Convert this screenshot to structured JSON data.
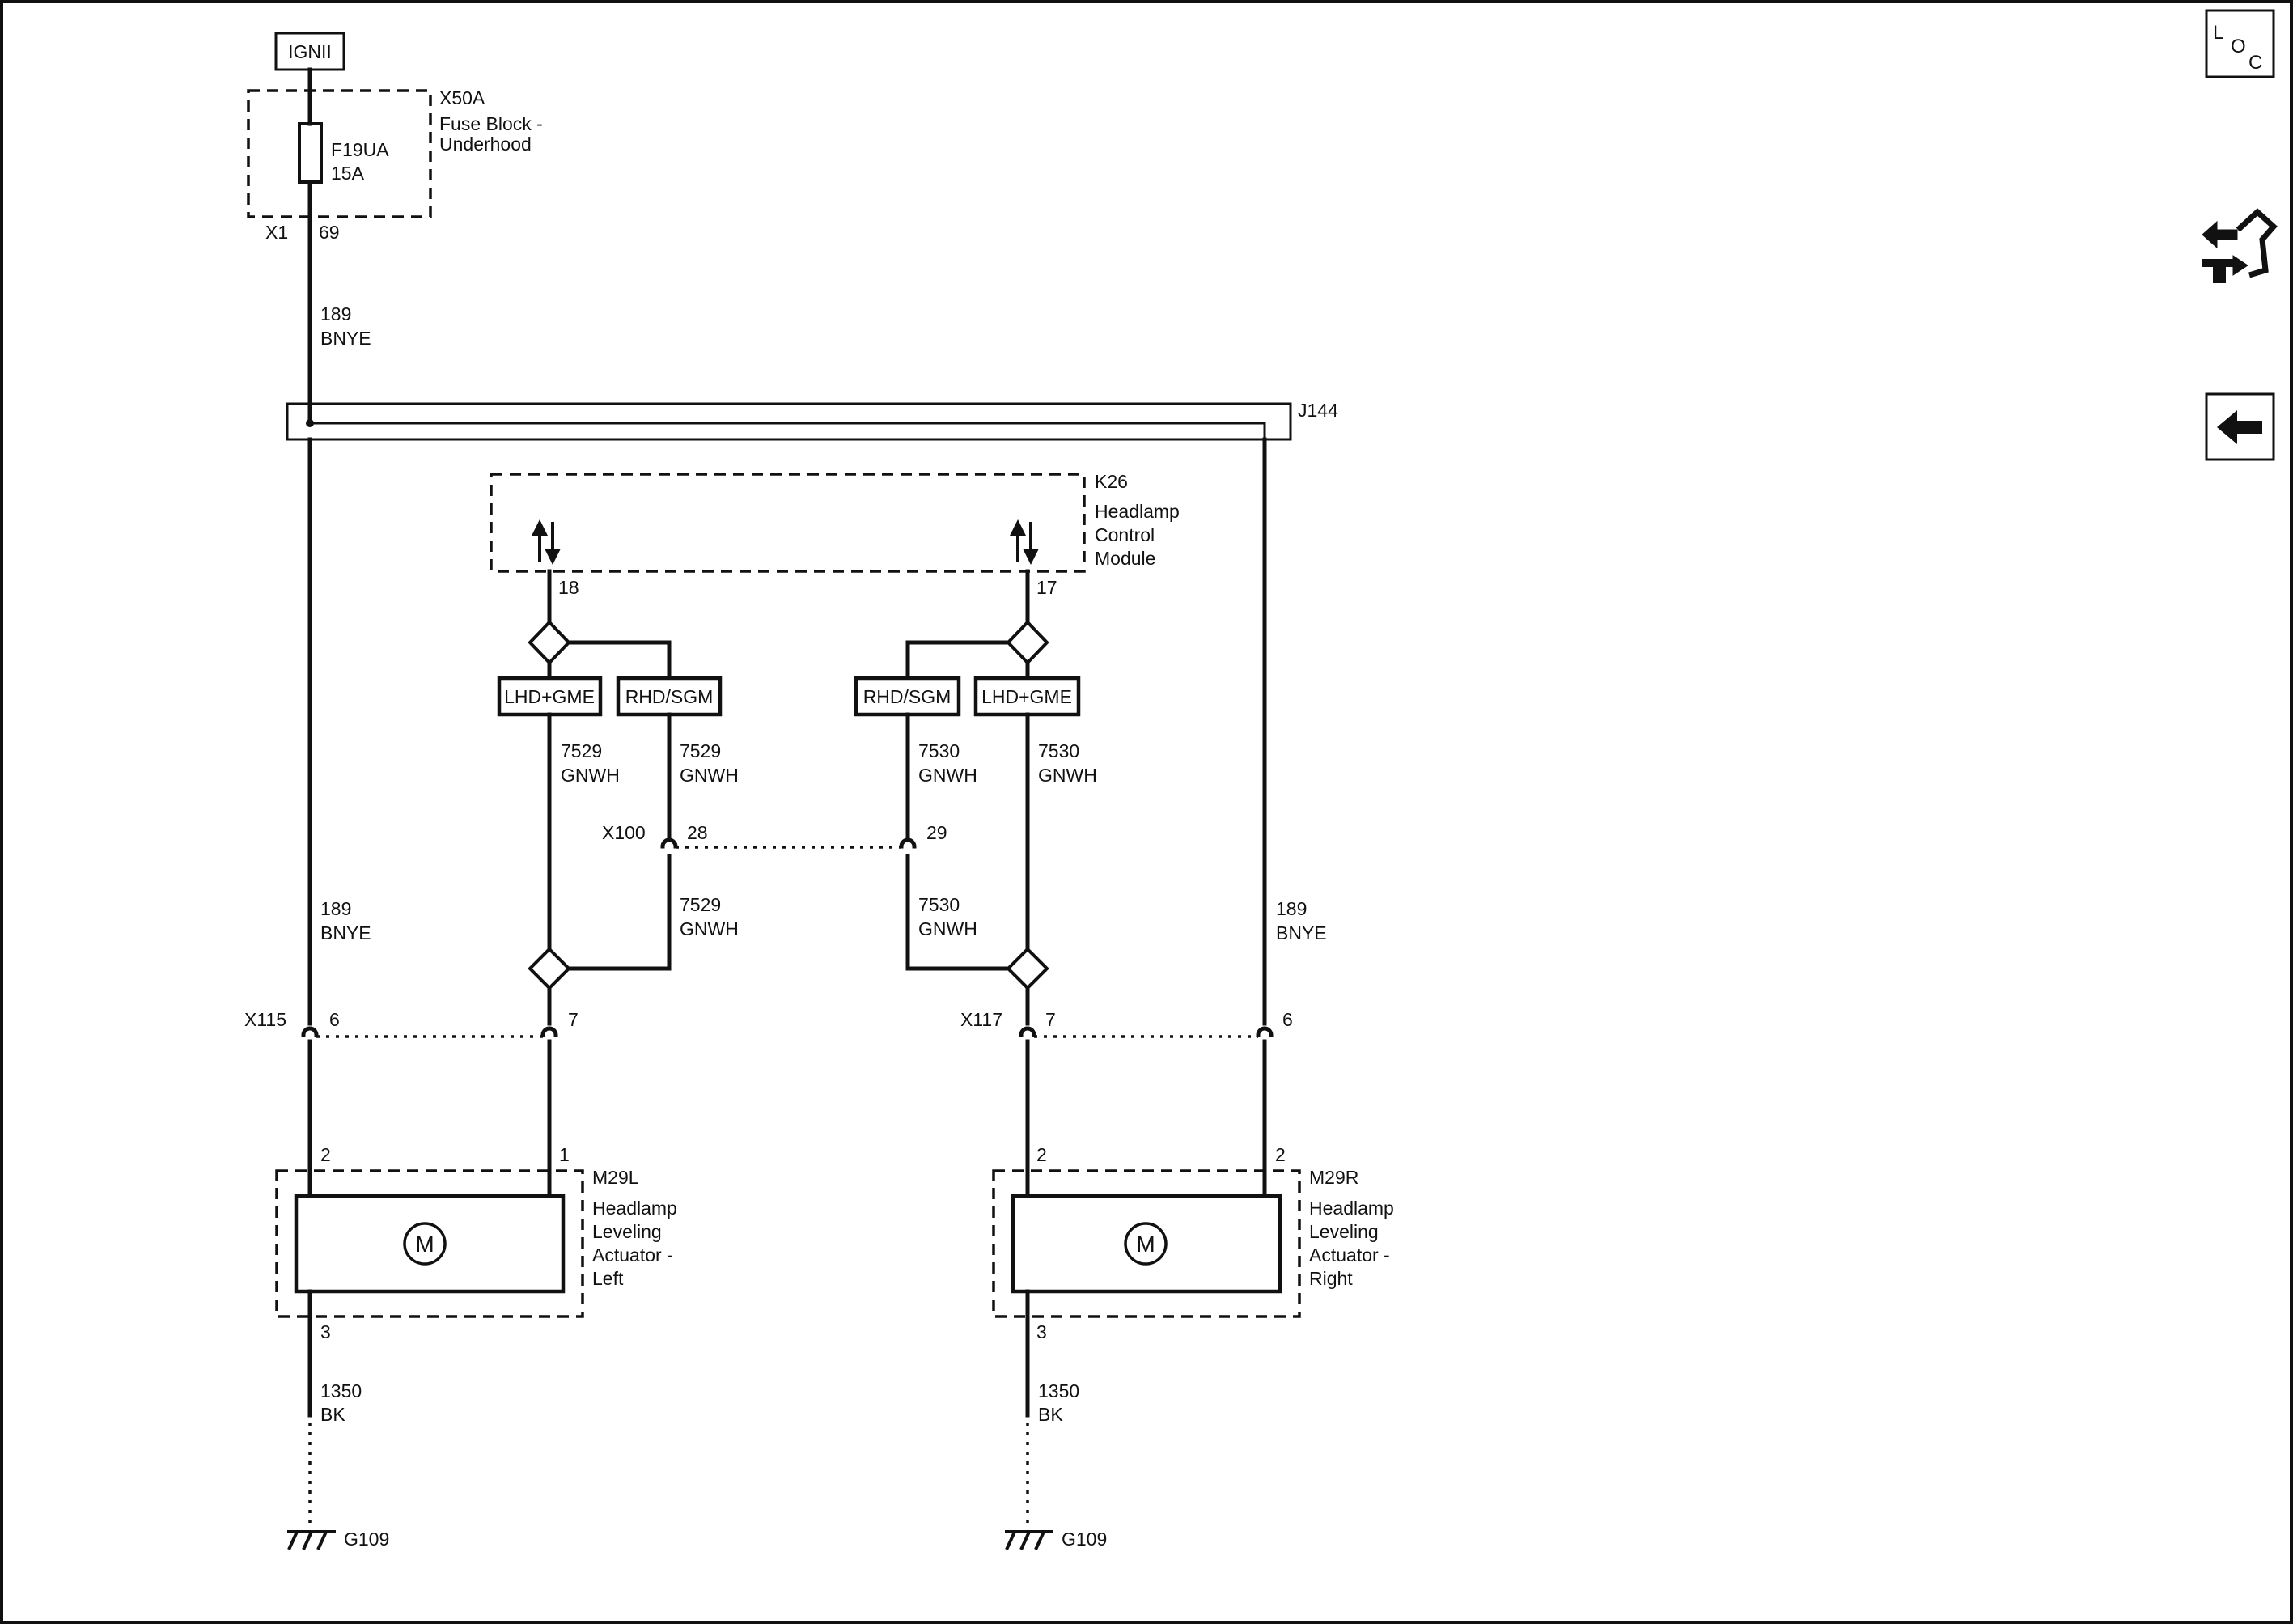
{
  "power": {
    "source_label": "IGNII"
  },
  "fuse_block": {
    "ref": "X50A",
    "name_line1": "Fuse Block -",
    "name_line2": "Underhood",
    "fuse_name": "F19UA",
    "fuse_rating": "15A",
    "connector": "X1",
    "pin": "69"
  },
  "splice": {
    "ref": "J144"
  },
  "module": {
    "ref": "K26",
    "name_line1": "Headlamp",
    "name_line2": "Control",
    "name_line3": "Module",
    "pin_left": "18",
    "pin_right": "17"
  },
  "options": {
    "lhd_gme": "LHD+GME",
    "rhd_sgm": "RHD/SGM"
  },
  "wires": {
    "feed": {
      "circuit": "189",
      "color": "BNYE"
    },
    "left_signal": {
      "circuit": "7529",
      "color": "GNWH"
    },
    "right_signal": {
      "circuit": "7530",
      "color": "GNWH"
    },
    "ground": {
      "circuit": "1350",
      "color": "BK"
    }
  },
  "inline_connectors": {
    "x100": {
      "ref": "X100",
      "pin_left": "28",
      "pin_right": "29"
    },
    "x115": {
      "ref": "X115",
      "pin_feed": "6",
      "pin_signal": "7"
    },
    "x117": {
      "ref": "X117",
      "pin_signal": "7",
      "pin_feed": "6"
    }
  },
  "actuator_left": {
    "ref": "M29L",
    "name_line1": "Headlamp",
    "name_line2": "Leveling",
    "name_line3": "Actuator -",
    "name_line4": "Left",
    "pin_feed": "2",
    "pin_signal": "1",
    "pin_ground": "3",
    "motor_symbol": "M"
  },
  "actuator_right": {
    "ref": "M29R",
    "name_line1": "Headlamp",
    "name_line2": "Leveling",
    "name_line3": "Actuator -",
    "name_line4": "Right",
    "pin_signal": "2",
    "pin_feed": "2",
    "pin_ground": "3",
    "motor_symbol": "M"
  },
  "grounds": {
    "left": "G109",
    "right": "G109"
  },
  "nav": {
    "loc_l": "L",
    "loc_o": "O",
    "loc_c": "C",
    "loc_icon": "locator-icon",
    "connector_icon": "connector-view-icon",
    "back_icon": "back-arrow-icon"
  }
}
